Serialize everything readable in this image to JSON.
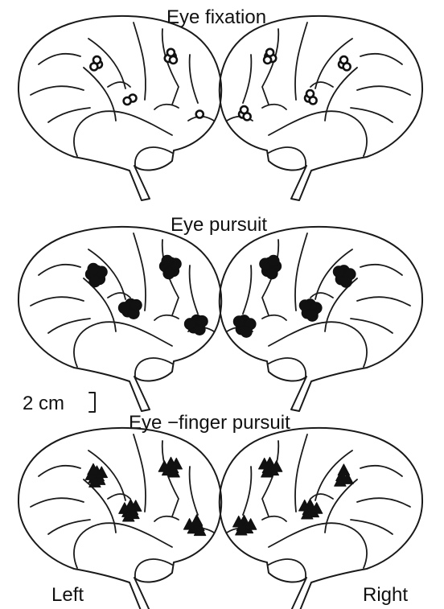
{
  "titles": {
    "fixation": "Eye fixation",
    "pursuit": "Eye pursuit",
    "finger": "Eye −finger pursuit"
  },
  "scale_bar": "2 cm",
  "hemispheres": {
    "left": "Left",
    "right": "Right"
  },
  "panels": [
    {
      "task": "fixation",
      "marker": "open-circle",
      "left_clusters": [
        {
          "region": "frontal-upper",
          "count": 3
        },
        {
          "region": "precentral",
          "count": 2
        },
        {
          "region": "parietal-upper",
          "count": 4
        },
        {
          "region": "occipital",
          "count": 1
        }
      ],
      "right_clusters": [
        {
          "region": "parietal-upper",
          "count": 4
        },
        {
          "region": "occipital",
          "count": 3
        },
        {
          "region": "precentral",
          "count": 3
        },
        {
          "region": "frontal-upper",
          "count": 3
        }
      ]
    },
    {
      "task": "pursuit",
      "marker": "filled-circle",
      "left_clusters": [
        {
          "region": "frontal-upper",
          "count": 8
        },
        {
          "region": "precentral",
          "count": 6
        },
        {
          "region": "parietal-upper",
          "count": 8
        },
        {
          "region": "occipital",
          "count": 6
        }
      ],
      "right_clusters": [
        {
          "region": "parietal-upper",
          "count": 8
        },
        {
          "region": "occipital",
          "count": 7
        },
        {
          "region": "precentral",
          "count": 7
        },
        {
          "region": "frontal-upper",
          "count": 7
        }
      ]
    },
    {
      "task": "finger",
      "marker": "filled-triangle",
      "left_clusters": [
        {
          "region": "frontal-upper",
          "count": 8
        },
        {
          "region": "precentral",
          "count": 7
        },
        {
          "region": "parietal-upper",
          "count": 6
        },
        {
          "region": "occipital",
          "count": 5
        }
      ],
      "right_clusters": [
        {
          "region": "parietal-upper",
          "count": 6
        },
        {
          "region": "occipital",
          "count": 6
        },
        {
          "region": "precentral",
          "count": 6
        },
        {
          "region": "frontal-upper",
          "count": 4
        }
      ]
    }
  ]
}
